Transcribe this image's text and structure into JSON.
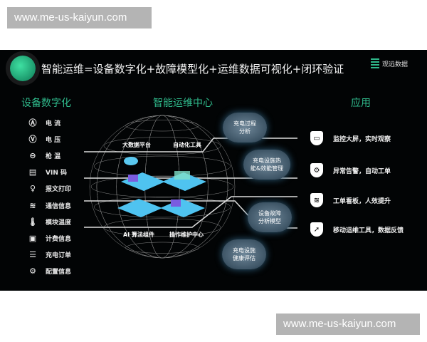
{
  "watermark_top": "www.me-us-kaiyun.com",
  "watermark_bottom": "www.me-us-kaiyun.com",
  "title": "智能运维=设备数字化+故障模型化+运维数据可视化+闭环验证",
  "logo": {
    "text": "观远数据"
  },
  "accent": "#2fb88a",
  "columns": {
    "left": "设备数字化",
    "center": "智能运维中心",
    "right": "应用"
  },
  "devices": [
    {
      "label": "电 流",
      "icon": "circle-up-icon"
    },
    {
      "label": "电 压",
      "icon": "circle-down-icon"
    },
    {
      "label": "枪 温",
      "icon": "gun-temp-icon"
    },
    {
      "label": "VIN 码",
      "icon": "vin-card-icon"
    },
    {
      "label": "报文打印",
      "icon": "print-icon"
    },
    {
      "label": "通信信息",
      "icon": "wifi-icon"
    },
    {
      "label": "模块温度",
      "icon": "thermometer-icon"
    },
    {
      "label": "计费信息",
      "icon": "billing-icon"
    },
    {
      "label": "充电订单",
      "icon": "order-icon"
    },
    {
      "label": "配置信息",
      "icon": "gear-icon"
    }
  ],
  "center": {
    "big_data": "大数据平台",
    "automation": "自动化工具",
    "ai": "AI 算法组件",
    "ops": "操作维护中心"
  },
  "clouds": [
    "充电过程\n分析",
    "充电设施热\n能&效能管理",
    "设备故障\n分析模型",
    "充电设施\n健康评估"
  ],
  "apps": [
    {
      "label": "监控大屏，实时观察",
      "icon": "monitor-icon"
    },
    {
      "label": "异常告警，自动工单",
      "icon": "gear-icon"
    },
    {
      "label": "工单看板，人效提升",
      "icon": "wifi-icon"
    },
    {
      "label": "移动运维工具，数据反馈",
      "icon": "rocket-icon"
    }
  ]
}
